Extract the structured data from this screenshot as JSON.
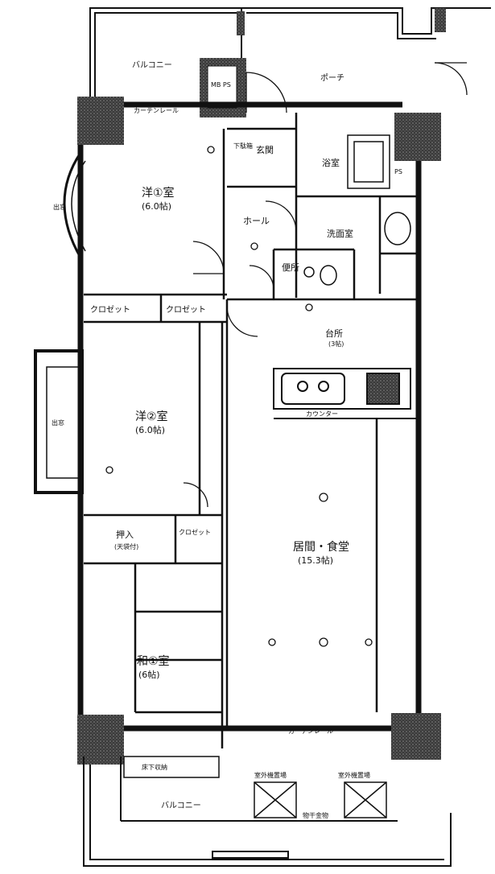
{
  "floor_plan": {
    "rooms": {
      "western1": {
        "name": "洋①室",
        "size": "(6.0帖)"
      },
      "western2": {
        "name": "洋②室",
        "size": "(6.0帖)"
      },
      "japanese": {
        "name": "和①室",
        "size": "(6帖)"
      },
      "ldk": {
        "name": "居間・食堂",
        "size": "(15.3帖)"
      },
      "kitchen": {
        "name": "台所",
        "size": "(3帖)"
      },
      "entrance": {
        "name": "玄関"
      },
      "hall": {
        "name": "ホール"
      },
      "washroom": {
        "name": "洗面室"
      },
      "bathroom": {
        "name": "浴室"
      },
      "toilet": {
        "name": "便所"
      },
      "porch": {
        "name": "ポーチ"
      }
    },
    "storage": {
      "closet_left": "クロゼット",
      "closet_right": "クロゼット",
      "closet_small": "クロゼット",
      "oshiire": "押入",
      "oshiire_sub": "(天袋付)",
      "kutsu": "下駄箱",
      "counter": "カウンター"
    },
    "balconies": {
      "top": "バルコニー",
      "bottom": "バルコニー"
    },
    "misc": {
      "mb_ps": "MB PS",
      "ps": "PS",
      "curtain": "カーテンレール",
      "bay": "出窓",
      "lantern": "床下収納",
      "mono": "物干金物",
      "outdoor1": "室外機置場",
      "outdoor2": "室外機置場"
    }
  }
}
